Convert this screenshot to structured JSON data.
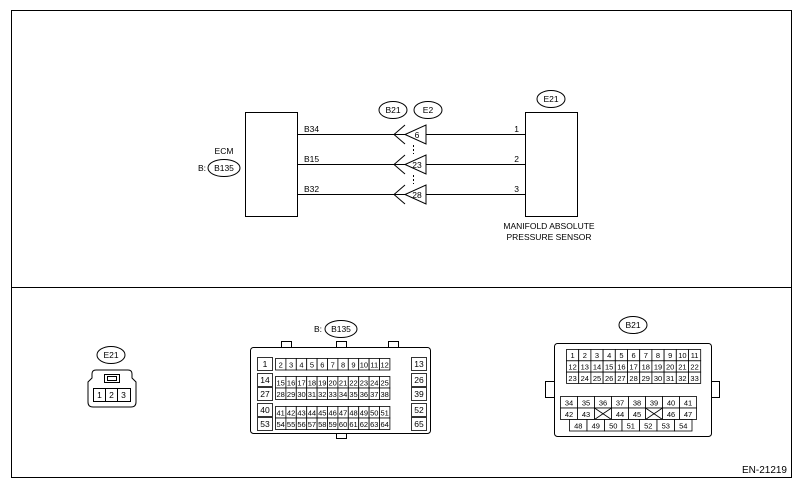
{
  "ecm": {
    "label": "ECM",
    "prefix": "B:",
    "connector": "B135",
    "terminals": [
      "B34",
      "B15",
      "B32"
    ]
  },
  "sensor": {
    "connector": "E21",
    "name_line1": "MANIFOLD ABSOLUTE",
    "name_line2": "PRESSURE SENSOR",
    "pins": [
      "1",
      "2",
      "3"
    ]
  },
  "inline_connector": {
    "labels": [
      "B21",
      "E2"
    ],
    "pins": [
      "6",
      "23",
      "28"
    ]
  },
  "connectors": {
    "e21": {
      "label": "E21",
      "pins": [
        "1",
        "2",
        "3"
      ]
    },
    "b135": {
      "prefix": "B:",
      "label": "B135",
      "left_column": [
        "1",
        "14",
        "27",
        "40",
        "53"
      ],
      "right_column": [
        "13",
        "26",
        "39",
        "52",
        "65"
      ],
      "rows": [
        [
          "2",
          "3",
          "4",
          "5",
          "6",
          "7",
          "8",
          "9",
          "10",
          "11",
          "12"
        ],
        [
          "15",
          "16",
          "17",
          "18",
          "19",
          "20",
          "21",
          "22",
          "23",
          "24",
          "25"
        ],
        [
          "28",
          "29",
          "30",
          "31",
          "32",
          "33",
          "34",
          "35",
          "36",
          "37",
          "38"
        ],
        [
          "41",
          "42",
          "43",
          "44",
          "45",
          "46",
          "47",
          "48",
          "49",
          "50",
          "51"
        ],
        [
          "54",
          "55",
          "56",
          "57",
          "58",
          "59",
          "60",
          "61",
          "62",
          "63",
          "64"
        ]
      ]
    },
    "b21": {
      "label": "B21",
      "rows_top": [
        [
          "1",
          "2",
          "3",
          "4",
          "5",
          "6",
          "7",
          "8",
          "9",
          "10",
          "11"
        ],
        [
          "12",
          "13",
          "14",
          "15",
          "16",
          "17",
          "18",
          "19",
          "20",
          "21",
          "22"
        ],
        [
          "23",
          "24",
          "25",
          "26",
          "27",
          "28",
          "29",
          "30",
          "31",
          "32",
          "33"
        ]
      ],
      "row4": [
        "34",
        "35",
        "36",
        "37",
        "38",
        "39",
        "40",
        "41"
      ],
      "row5": [
        "42",
        "43",
        "",
        "44",
        "45",
        "",
        "46",
        "47"
      ],
      "row6": [
        "48",
        "49",
        "50",
        "51",
        "52",
        "53",
        "54"
      ]
    }
  },
  "footer_code": "EN-21219"
}
